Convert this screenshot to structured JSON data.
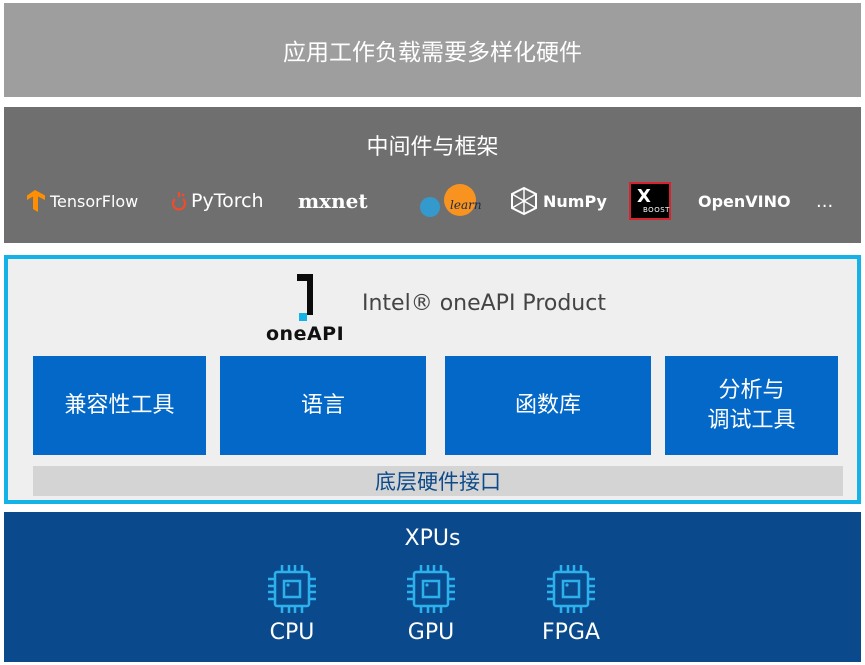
{
  "top_band": {
    "title": "应用工作负载需要多样化硬件"
  },
  "middleware": {
    "title": "中间件与框架",
    "logos": [
      {
        "name": "TensorFlow",
        "icon": "tensorflow-icon",
        "color": "#ff8f00"
      },
      {
        "name": "PyTorch",
        "icon": "pytorch-icon",
        "color": "#ee4c2c"
      },
      {
        "name": "mxnet"
      },
      {
        "name": "learn",
        "icon": "scikit-learn-icon"
      },
      {
        "name": "NumPy",
        "icon": "numpy-icon"
      },
      {
        "name": "BOOST",
        "icon": "xgboost-icon"
      },
      {
        "name": "OpenVINO"
      },
      {
        "name": "..."
      }
    ]
  },
  "oneapi": {
    "logo_number": "1",
    "logo_text": "oneAPI",
    "product": "Intel® oneAPI Product",
    "tools": [
      "兼容性工具",
      "语言",
      "函数库",
      "分析与\n调试工具"
    ],
    "interface": "底层硬件接口",
    "border_color": "#14b2e7"
  },
  "xpus": {
    "title": "XPUs",
    "items": [
      "CPU",
      "GPU",
      "FPGA"
    ],
    "chip_color": "#2db1ec"
  },
  "colors": {
    "top_band": "#9e9e9e",
    "middle_band": "#6f6f6f",
    "tool_box": "#0468c8",
    "xpu_band": "#0a4a8c"
  }
}
